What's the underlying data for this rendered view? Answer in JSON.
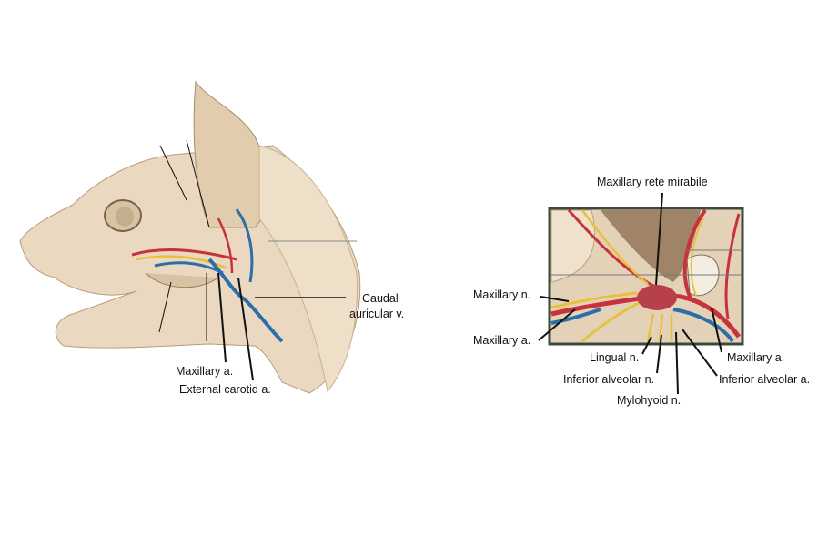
{
  "left_figure": {
    "labels": {
      "caudal_auricular_v_line1": "Caudal",
      "caudal_auricular_v_line2": "auricular  v.",
      "maxillary_a": "Maxillary a.",
      "external_carotid_a": "External carotid a."
    }
  },
  "right_figure": {
    "labels": {
      "maxillary_rete_mirabile": "Maxillary rete mirabile",
      "maxillary_n": "Maxillary n.",
      "maxillary_a_left": "Maxillary a.",
      "lingual_n": "Lingual n.",
      "inferior_alveolar_n": "Inferior alveolar n.",
      "mylohyoid_n": "Mylohyoid n.",
      "maxillary_a_right": "Maxillary a.",
      "inferior_alveolar_a": "Inferior alveolar a."
    }
  },
  "colors": {
    "artery": "#c8323a",
    "vein": "#2a6fa8",
    "nerve": "#e6c23a",
    "tissue": "#e8d8c0",
    "frame": "#3b4a3b"
  }
}
